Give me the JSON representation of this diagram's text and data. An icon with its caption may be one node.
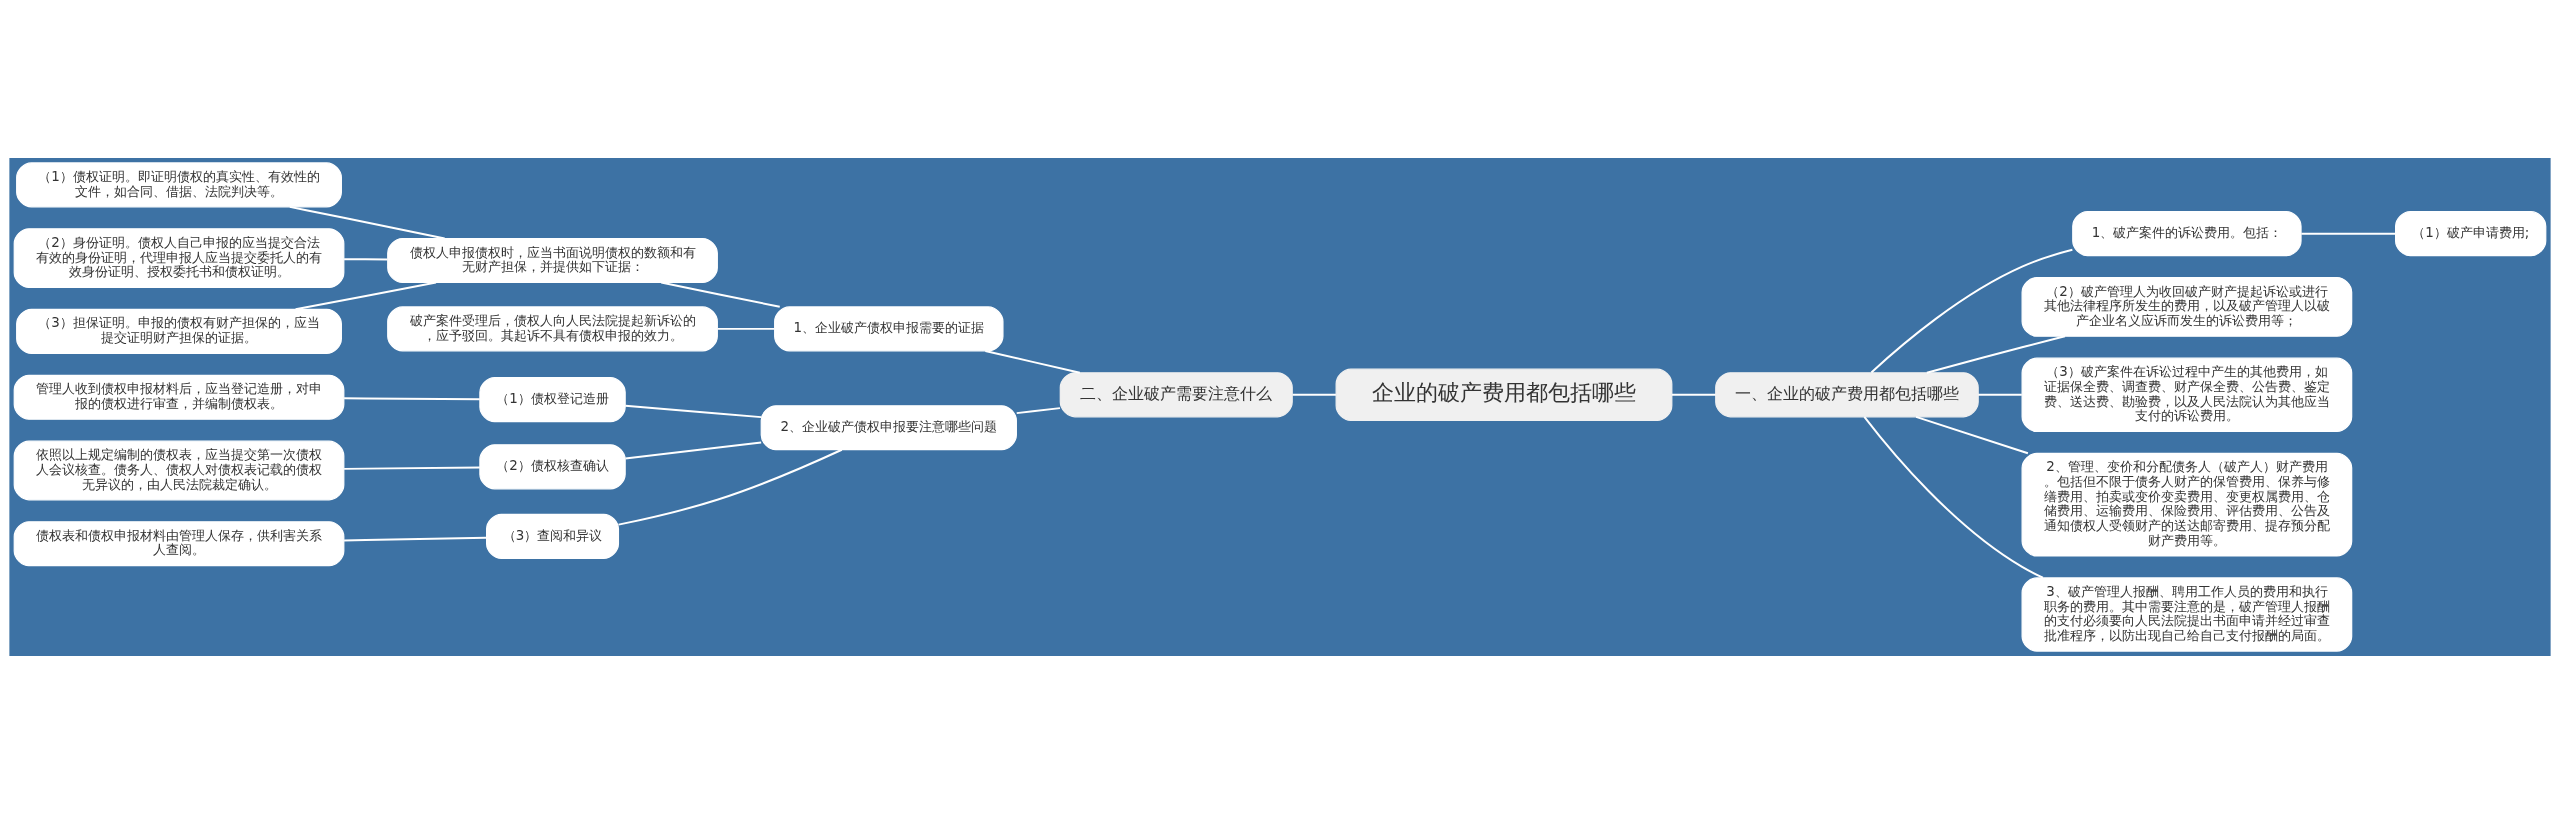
{
  "diagram": {
    "nodes": [
      {
        "text": [
          "企业的破产费用都包括哪些"
        ]
      },
      {
        "text": [
          "一、企业的破产费用都包括哪些"
        ]
      },
      {
        "text": [
          "1、破产案件的诉讼费用。包括："
        ]
      },
      {
        "text": [
          "（1）破产申请费用;"
        ]
      },
      {
        "text": [
          "（2）破产管理人为收回破产财产提起诉讼或进行其他法律程序所发生的费用，以及破产管理人以破产企业名义应诉而发生的诉讼费用等；"
        ]
      },
      {
        "text": [
          "（3）破产案件在诉讼过程中产生的其他费用，如证据保全费、调查费、财产保全费、公告费、鉴定费、送达费、勘验费，以及人民法院认为其他应当支付的诉讼费用。"
        ]
      },
      {
        "text": [
          "2、管理、变价和分配债务人（破产人）财产费用。包括但不限于债务人财产的保管费用、保养与修缮费用、拍卖或变价变卖费用、变更权属费用、仓储费用、运输费用、保险费用、评估费用、公告及通知债权人受领财产的送达邮寄费用、提存预分配财产费用等。"
        ]
      },
      {
        "text": [
          "3、破产管理人报酬、聘用工作人员的费用和执行职务的费用。其中需要注意的是，破产管理人报酬的支付必须要向人民法院提出书面申请并经过审查批准程序，以防出现自己给自己支付报酬的局面。"
        ]
      },
      {
        "text": [
          "二、企业破产需要注意什么"
        ]
      },
      {
        "text": [
          "1、企业破产债权申报需要的证据"
        ]
      },
      {
        "text": [
          "债权人申报债权时，应当书面说明债权的数额和有无财产担保，并提供如下证据："
        ]
      },
      {
        "text": [
          "（1）债权证明。即证明债权的真实性、有效性的文件，如合同、借据、法院判决等。"
        ]
      },
      {
        "text": [
          "（2）身份证明。债权人自己申报的应当提交合法有效的身份证明，代理申报人应当提交委托人的有效身份证明、授权委托书和债权证明。"
        ]
      },
      {
        "text": [
          "（3）担保证明。申报的债权有财产担保的，应当提交证明财产担保的证据。"
        ]
      },
      {
        "text": [
          "破产案件受理后，债权人向人民法院提起新诉讼的，应予驳回。其起诉不具有债权申报的效力。"
        ]
      },
      {
        "text": [
          "2、企业破产债权申报要注意哪些问题"
        ]
      },
      {
        "text": [
          "（1）债权登记造册"
        ]
      },
      {
        "text": [
          "管理人收到债权申报材料后，应当登记造册，对申报的债权进行审查，并编制债权表。"
        ]
      },
      {
        "text": [
          "（2）债权核查确认"
        ]
      },
      {
        "text": [
          "依照以上规定编制的债权表，应当提交第一次债权人会议核查。债务人、债权人对债权表记载的债权无异议的，由人民法院裁定确认。"
        ]
      },
      {
        "text": [
          "（3）查阅和异议"
        ]
      },
      {
        "text": [
          "债权表和债权申报材料由管理人保存，供利害关系人查阅。"
        ]
      }
    ],
    "edges": [
      {
        "from": 0,
        "to": 1,
        "arrow": "none"
      },
      {
        "from": 1,
        "to": 2,
        "arrow": "none"
      },
      {
        "from": 2,
        "to": 3,
        "arrow": "none"
      },
      {
        "from": 1,
        "to": 4,
        "arrow": "none"
      },
      {
        "from": 1,
        "to": 5,
        "arrow": "none"
      },
      {
        "from": 1,
        "to": 6,
        "arrow": "none"
      },
      {
        "from": 1,
        "to": 7,
        "arrow": "none"
      },
      {
        "from": 0,
        "to": 8,
        "arrow": "none"
      },
      {
        "from": 8,
        "to": 9,
        "arrow": "none"
      },
      {
        "from": 9,
        "to": 10,
        "arrow": "none"
      },
      {
        "from": 10,
        "to": 11,
        "arrow": "none"
      },
      {
        "from": 10,
        "to": 12,
        "arrow": "none"
      },
      {
        "from": 10,
        "to": 13,
        "arrow": "none"
      },
      {
        "from": 9,
        "to": 14,
        "arrow": "none"
      },
      {
        "from": 8,
        "to": 15,
        "arrow": "none"
      },
      {
        "from": 15,
        "to": 16,
        "arrow": "none"
      },
      {
        "from": 16,
        "to": 17,
        "arrow": "none"
      },
      {
        "from": 15,
        "to": 18,
        "arrow": "none"
      },
      {
        "from": 18,
        "to": 19,
        "arrow": "none"
      },
      {
        "from": 15,
        "to": 20,
        "arrow": "none"
      },
      {
        "from": 20,
        "to": 21,
        "arrow": "none"
      }
    ]
  }
}
